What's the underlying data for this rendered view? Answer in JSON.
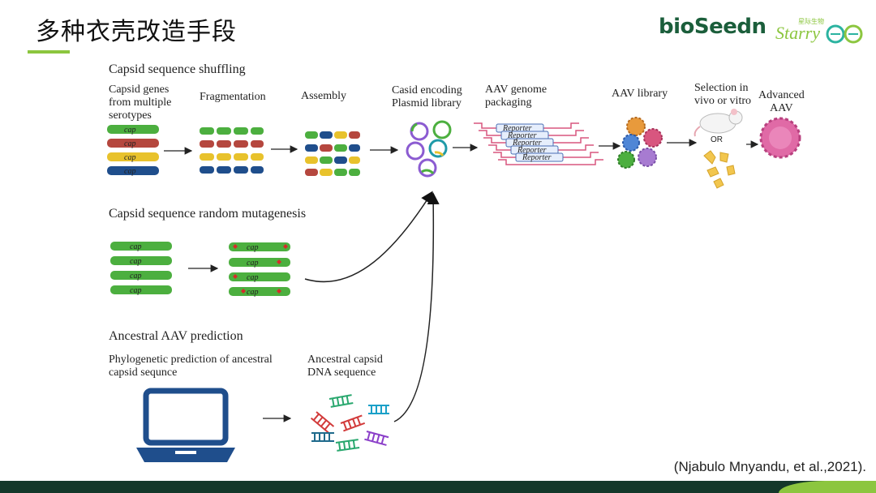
{
  "title": "多种衣壳改造手段",
  "logo": {
    "bioseedin": "bioSeedn",
    "starry_cn": "星际生物",
    "starry": "Starry"
  },
  "sections": {
    "shuffling": "Capsid sequence shuffling",
    "random": "Capsid sequence random mutagenesis",
    "ancestral": "Ancestral AAV prediction"
  },
  "steps": {
    "capsid_genes": "Capsid genes\nfrom multiple\nserotypes",
    "fragmentation": "Fragmentation",
    "assembly": "Assembly",
    "plasmid": "Casid encoding\nPlasmid library",
    "packaging": "AAV genome\npackaging",
    "library": "AAV library",
    "selection": "Selection in\nvivo or vitro",
    "advanced": "Advanced\nAAV",
    "phylo": "Phylogenetic prediction of ancestral\ncapsid sequnce",
    "dna": "Ancestral capsid\nDNA sequence"
  },
  "bar_label": "cap",
  "reporter_label": "Reporter",
  "or_label": "OR",
  "citation": "(Njabulo Mnyandu, et al.,2021).",
  "colors": {
    "green": "#4caf3f",
    "red": "#b5473e",
    "yellow": "#e8c22c",
    "blue": "#1f4e8c",
    "accent": "#8cc63f",
    "footer": "#14382a",
    "pink": "#d8567f"
  }
}
